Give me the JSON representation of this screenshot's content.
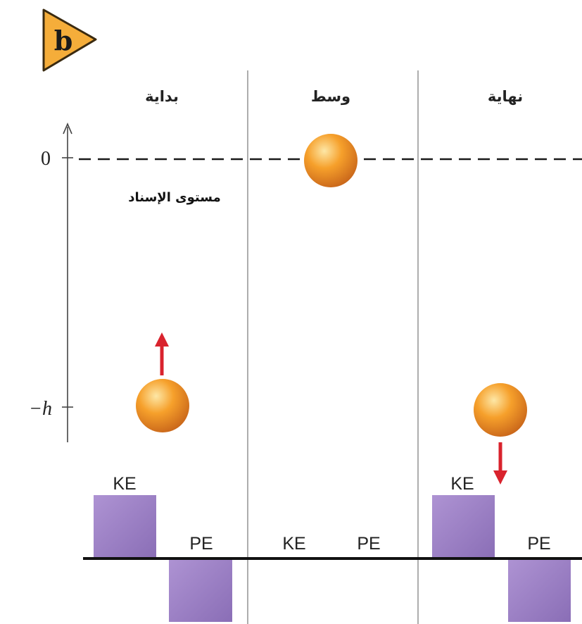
{
  "badge": {
    "label": "b"
  },
  "panels": [
    {
      "heading": "بداية",
      "bars": {
        "ke_label": "KE",
        "pe_label": "PE",
        "ke": 1,
        "pe": -1
      },
      "ball_position": "-h",
      "velocity": "up"
    },
    {
      "heading": "وسط",
      "bars": {
        "ke_label": "KE",
        "pe_label": "PE",
        "ke": 0,
        "pe": 0
      },
      "ball_position": "0",
      "velocity": "none"
    },
    {
      "heading": "نهاية",
      "bars": {
        "ke_label": "KE",
        "pe_label": "PE",
        "ke": 1,
        "pe": -1
      },
      "ball_position": "-h",
      "velocity": "down"
    }
  ],
  "axis": {
    "zero_label": "0",
    "minus_h_label": "−h"
  },
  "reference_level_label": "مستوى الإسناد",
  "colors": {
    "ball": "#f0921e",
    "bar": "#a48ac9",
    "arrow": "#d9232d",
    "badge": "#f5ad3a"
  }
}
